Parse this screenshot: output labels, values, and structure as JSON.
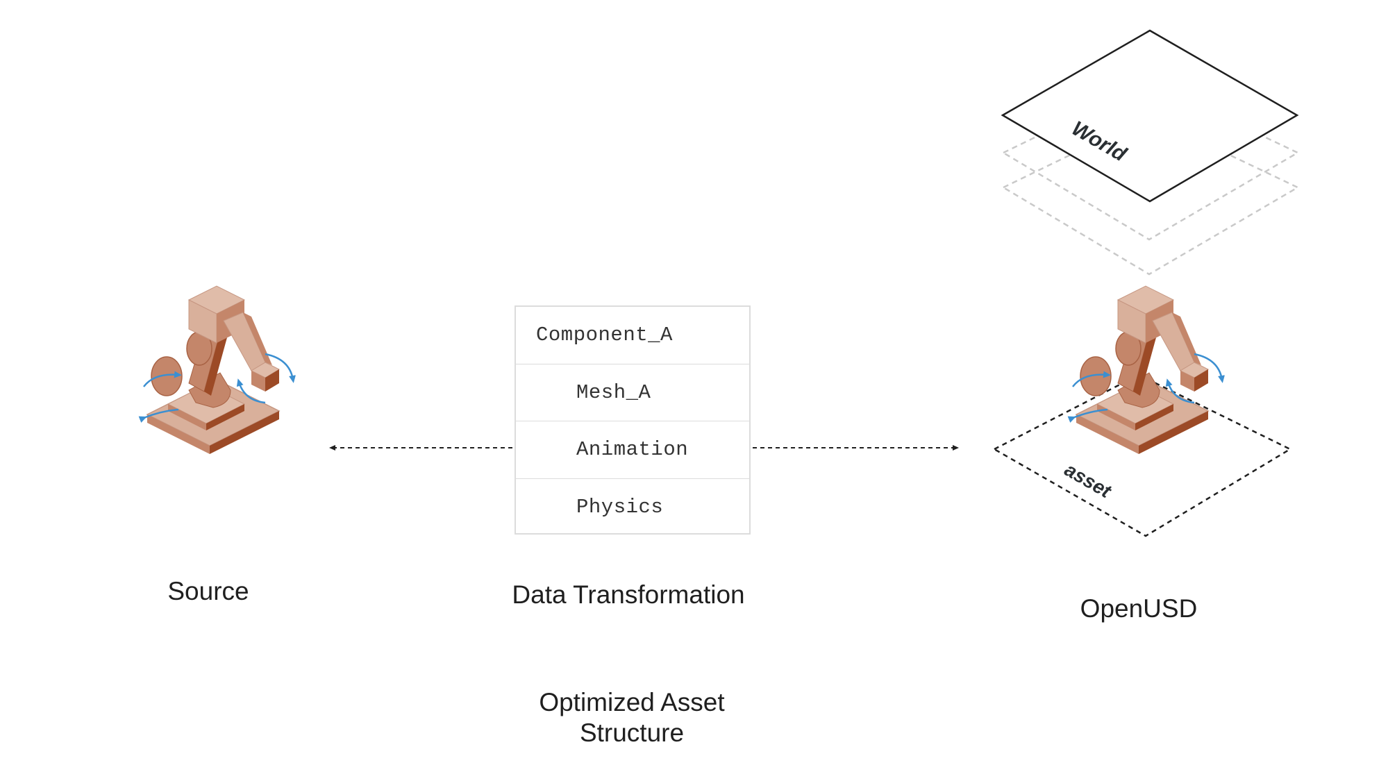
{
  "labels": {
    "source": "Source",
    "optimized": "Data Transformation",
    "openusd": "OpenUSD",
    "asset_structure": "Optimized Asset Structure"
  },
  "stack": {
    "rows": [
      {
        "text": "Component_A",
        "indent": 0
      },
      {
        "text": "Mesh_A",
        "indent": 1
      },
      {
        "text": "Animation",
        "indent": 1
      },
      {
        "text": "Physics",
        "indent": 1
      }
    ]
  },
  "world_plane": {
    "label": "World"
  },
  "asset_plane": {
    "label": "asset"
  },
  "icons": {
    "robot": "robot-arm-icon",
    "rotation": "rotation-arrow-icon"
  },
  "colors": {
    "robot_light": "#d9b09b",
    "robot_mid": "#c4866a",
    "robot_dark": "#9c4a26",
    "rotation_arrow": "#3b8fd1",
    "ghost_plane": "#c9c9c9",
    "text": "#1f1f1f"
  }
}
